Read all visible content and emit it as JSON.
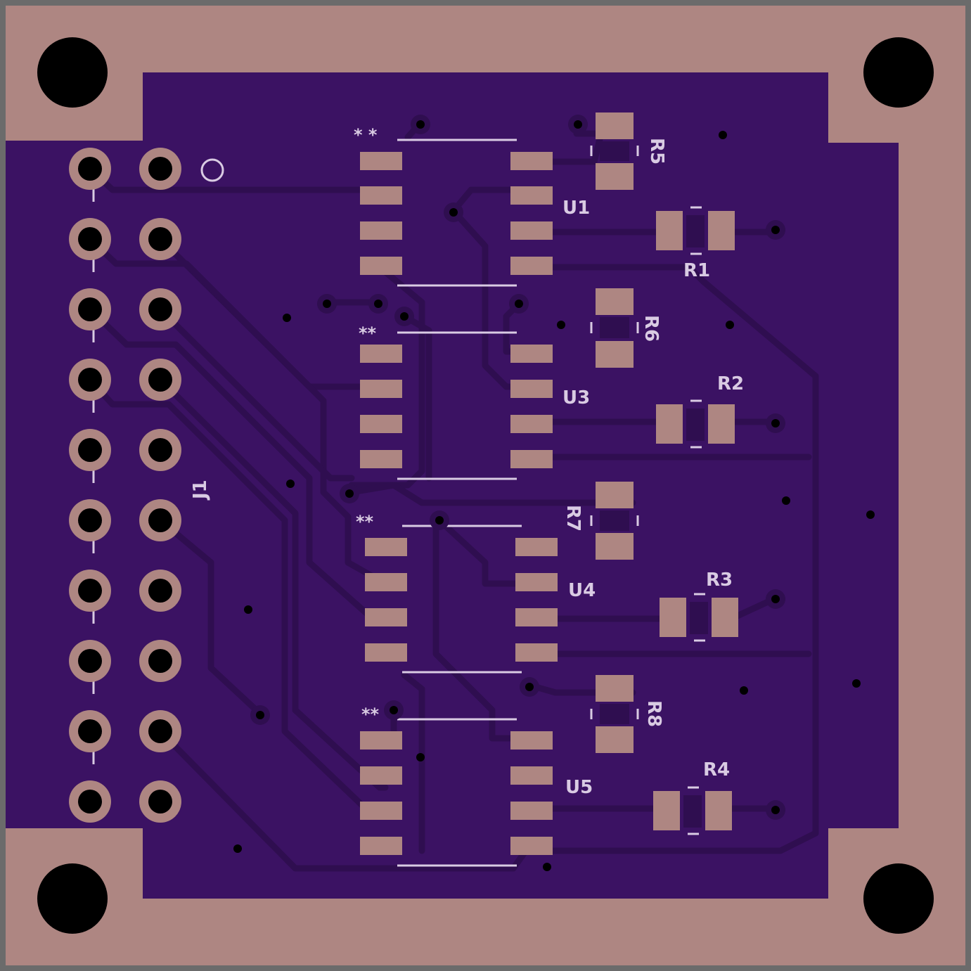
{
  "colors": {
    "board": "#3b1263",
    "copper": "#ae8682",
    "trace": "#2f0e50",
    "silkscreen": "#d9cbe3",
    "hole": "#000000",
    "edge": "#6b6b6b"
  },
  "labels": {
    "j1": "J1",
    "u1": "U1",
    "u3": "U3",
    "u4": "U4",
    "u5": "U5",
    "r1": "R1",
    "r2": "R2",
    "r3": "R3",
    "r4": "R4",
    "r5": "R5",
    "r6": "R6",
    "r7": "R7",
    "r8": "R8",
    "u1_mark": "* *",
    "u3_mark": "**",
    "u4_mark": "**",
    "u5_mark": "**"
  }
}
